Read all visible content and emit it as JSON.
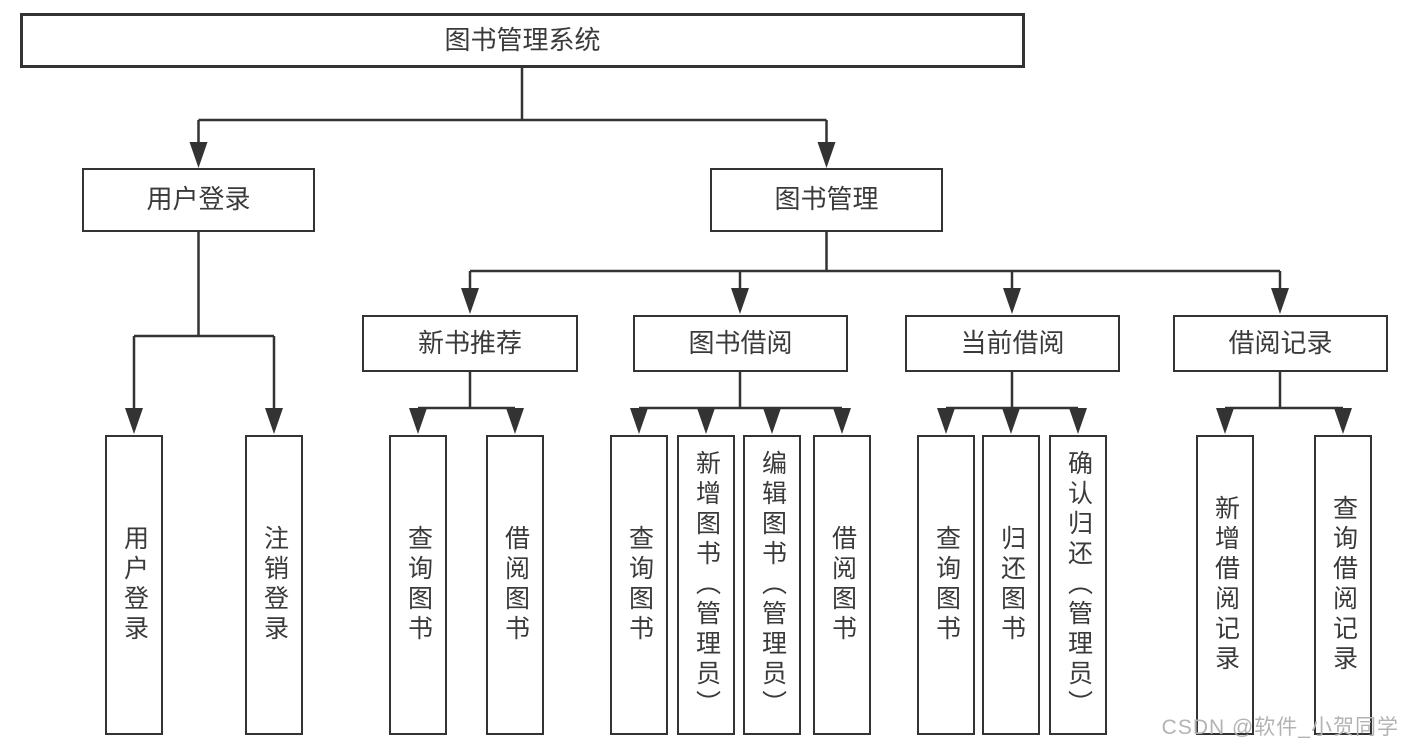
{
  "colors": {
    "line": "#333333",
    "box_border": "#333333",
    "text": "#3a3a3a",
    "background": "#ffffff",
    "watermark": "#b3b3b3"
  },
  "watermark": {
    "text": "CSDN @软件_小贺同学"
  },
  "tree": {
    "root": {
      "label": "图书管理系统"
    },
    "branches": [
      {
        "label": "用户登录",
        "leaves": [
          {
            "label": "用户登录"
          },
          {
            "label": "注销登录"
          }
        ]
      },
      {
        "label": "图书管理",
        "groups": [
          {
            "label": "新书推荐",
            "leaves": [
              {
                "label": "查询图书"
              },
              {
                "label": "借阅图书"
              }
            ]
          },
          {
            "label": "图书借阅",
            "leaves": [
              {
                "label": "查询图书"
              },
              {
                "label": "新增图书（管理员）"
              },
              {
                "label": "编辑图书（管理员）"
              },
              {
                "label": "借阅图书"
              }
            ]
          },
          {
            "label": "当前借阅",
            "leaves": [
              {
                "label": "查询图书"
              },
              {
                "label": "归还图书"
              },
              {
                "label": "确认归还（管理员）"
              }
            ]
          },
          {
            "label": "借阅记录",
            "leaves": [
              {
                "label": "新增借阅记录"
              },
              {
                "label": "查询借阅记录"
              }
            ]
          }
        ]
      }
    ]
  }
}
